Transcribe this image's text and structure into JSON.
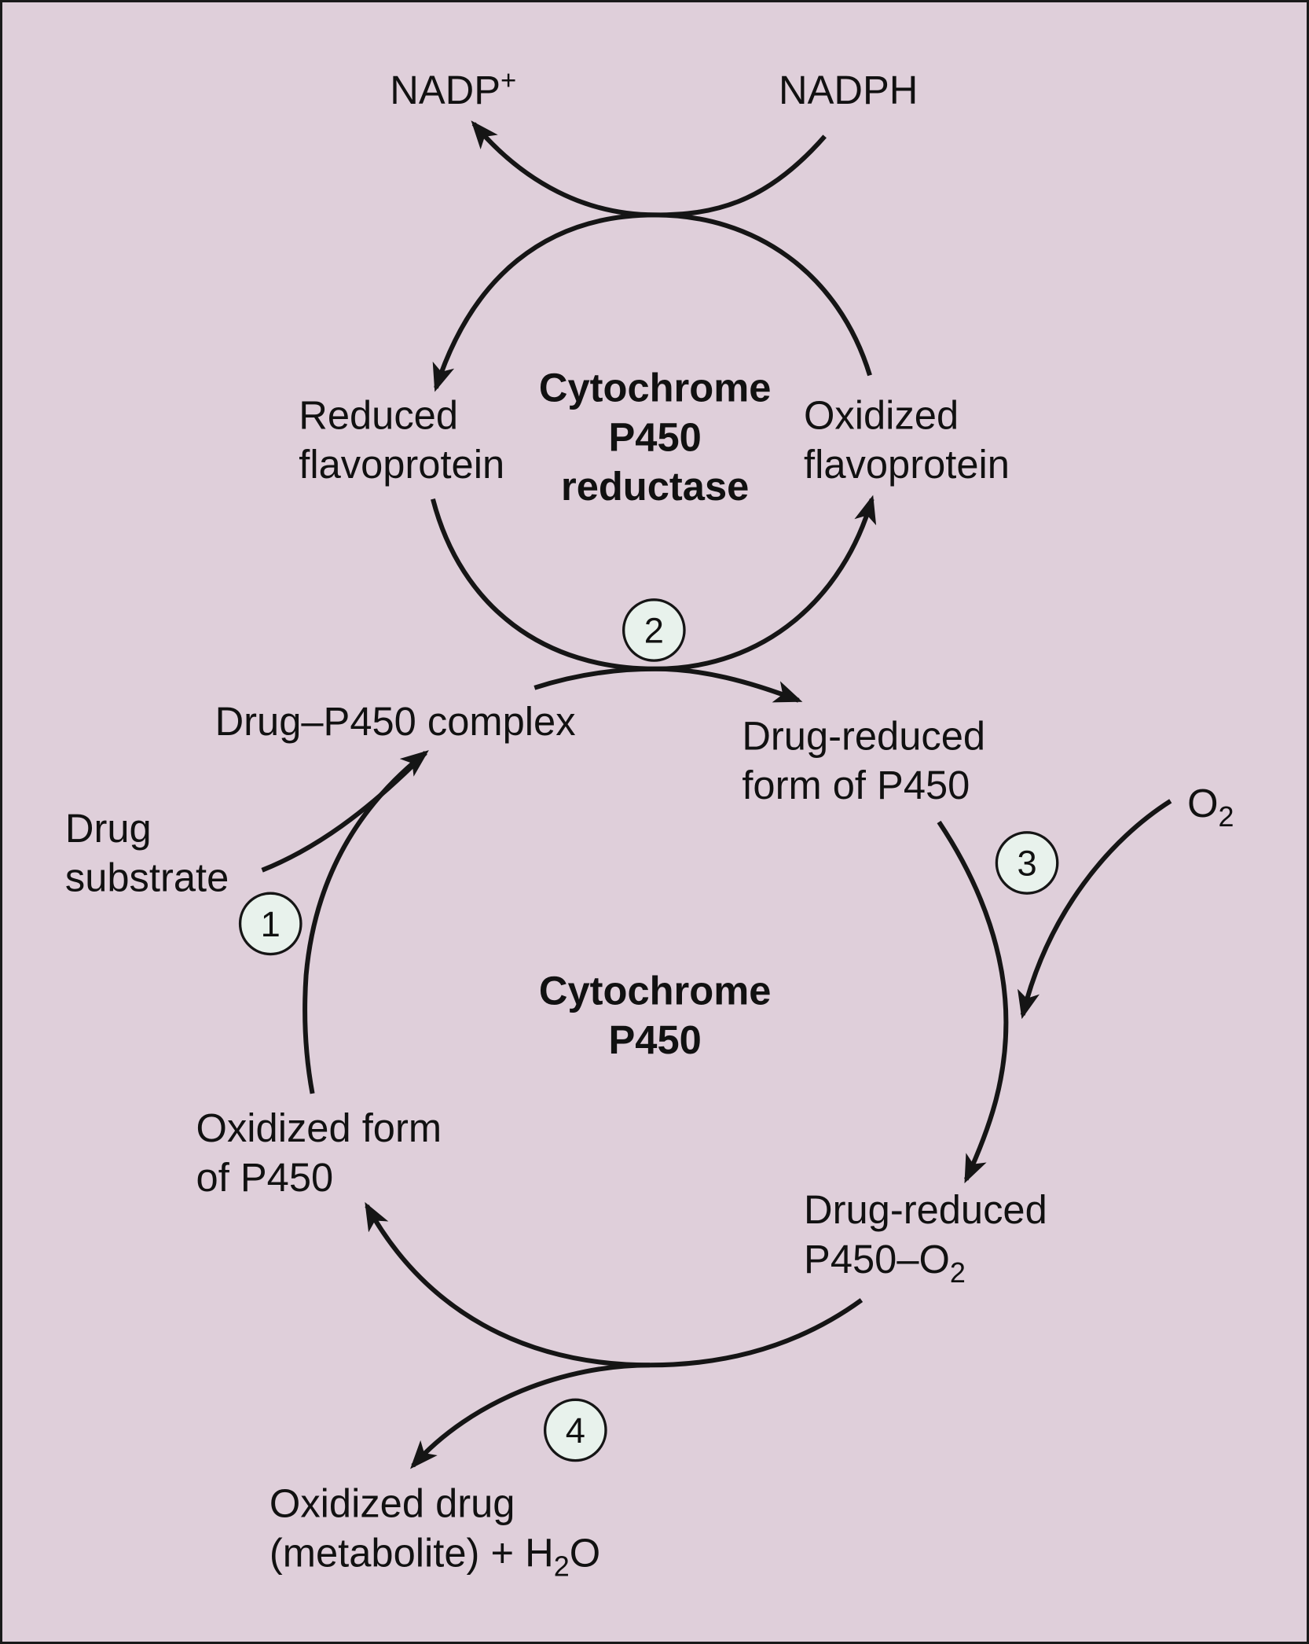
{
  "title": "Cytochrome P450 catalytic cycle",
  "colors": {
    "background": "#dfcfda",
    "border": "#1a1a1a",
    "step_circle_fill": "#e8f2ec",
    "stroke": "#151515",
    "text": "#111111"
  },
  "reductase_cycle": {
    "center_label": [
      "Cytochrome",
      "P450",
      "reductase"
    ],
    "nadp_plus": {
      "base": "NADP",
      "sup": "+"
    },
    "nadph": "NADPH",
    "reduced_flavoprotein": [
      "Reduced",
      "flavoprotein"
    ],
    "oxidized_flavoprotein": [
      "Oxidized",
      "flavoprotein"
    ]
  },
  "p450_cycle": {
    "center_label": [
      "Cytochrome",
      "P450"
    ],
    "drug_p450_complex": "Drug–P450 complex",
    "drug_substrate": [
      "Drug",
      "substrate"
    ],
    "drug_reduced_form": [
      "Drug-reduced",
      "form of P450"
    ],
    "o2": {
      "base": "O",
      "sub": "2"
    },
    "drug_reduced_o2": {
      "line1": "Drug-reduced",
      "line2_base": "P450–O",
      "line2_sub": "2"
    },
    "oxidized_form": [
      "Oxidized form",
      "of P450"
    ],
    "oxidized_drug": {
      "line1": "Oxidized drug",
      "line2_pre": "(metabolite) + H",
      "line2_sub": "2",
      "line2_post": "O"
    }
  },
  "steps": [
    "1",
    "2",
    "3",
    "4"
  ]
}
